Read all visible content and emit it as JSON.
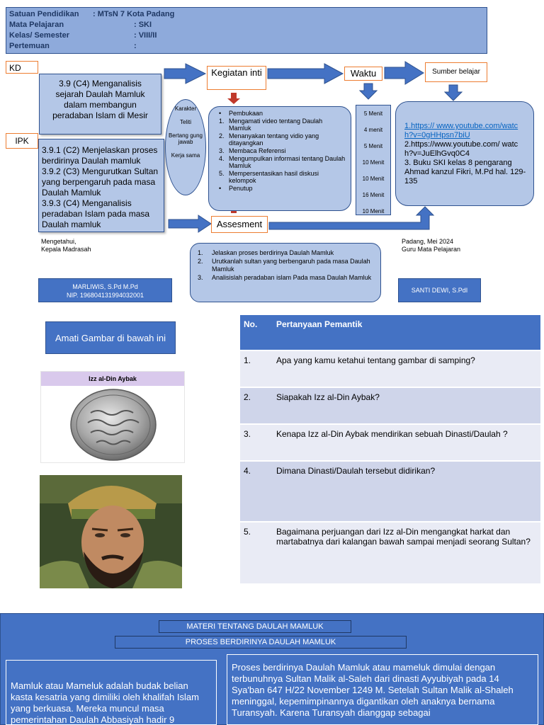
{
  "header": {
    "rows": [
      {
        "label": "Satuan  Pendidikan",
        "value": ": MTsN 7 Kota Padang"
      },
      {
        "label": "Mata Pelajaran",
        "value": ": SKI"
      },
      {
        "label": "Kelas/ Semester",
        "value": ": VIII/II"
      },
      {
        "label": "Pertemuan",
        "value": ":"
      }
    ]
  },
  "kd": {
    "label": "KD",
    "text": "3.9 (C4) Menganalisis sejarah Daulah Mamluk dalam membangun peradaban Islam di Mesir"
  },
  "ipk": {
    "label": "IPK",
    "lines": [
      "3.9.1 (C2) Menjelaskan proses berdirinya Daulah mamluk",
      "3.9.2 (C3) Mengurutkan Sultan yang berpengaruh pada masa Daulah Mamluk",
      "3.9.3 (C4) Menganalisis peradaban Islam pada masa Daulah mamluk"
    ]
  },
  "karakter": [
    "Karakter",
    "Teliti",
    "Bertang gung jawab",
    "Kerja sama"
  ],
  "kegiatan": {
    "label": "Kegiatan inti",
    "items": [
      {
        "num": "•",
        "text": "Pembukaan"
      },
      {
        "num": "1.",
        "text": "Mengamati video tentang Daulah Mamluk"
      },
      {
        "num": "2.",
        "text": "Menanyakan  tentang  vidio yang ditayangkan"
      },
      {
        "num": "3.",
        "text": "Membaca Referensi"
      },
      {
        "num": "4.",
        "text": "Mengumpulkan informasi tentang Daulah Mamluk"
      },
      {
        "num": "5.",
        "text": "Mempersentasikan hasil diskusi kelompok"
      },
      {
        "num": "•",
        "text": "Penutup"
      }
    ]
  },
  "waktu": {
    "label": "Waktu",
    "items": [
      "5 Menit",
      "4 menit",
      "5 Menit",
      "10 Menit",
      "10 Menit",
      "16  Menit",
      "10 Menit"
    ]
  },
  "sumber": {
    "label": "Sumber belajar",
    "link1": "1.https:// www.youtube.com/watch?v=0gHHpsn7biU",
    "link2": "2.https://www.youtube.com/ watch?v=JuElhGvq0C4",
    "book": "3. Buku SKI kelas 8 pengarang Ahmad kanzul Fikri, M.Pd hal. 129-135"
  },
  "assesment": {
    "label": "Assesment",
    "items": [
      {
        "num": "1.",
        "text": "Jelaskan proses berdirinya Daulah Mamluk"
      },
      {
        "num": "2.",
        "text": "Urutkanlah sultan yang berbengaruh pada masa Daulah  Mamluk"
      },
      {
        "num": "3.",
        "text": "Analisislah peradaban islam Pada masa Daulah Mamluk"
      }
    ]
  },
  "signatures": {
    "left_line1": "Mengetahui,",
    "left_line2": "Kepala Madrasah",
    "left_name": "MARLIWIS, S.Pd M.Pd",
    "left_nip": "NIP. 196804131994032001",
    "right_line1": "Padang, Mei 2024",
    "right_line2": "Guru Mata Pelajaran",
    "right_name": "SANTI DEWI, S.PdI"
  },
  "amati": "Amati Gambar di bawah ini",
  "coin_caption": "Izz al-Din Aybak",
  "questions": {
    "headers": [
      "No.",
      "Pertanyaan Pemantik"
    ],
    "rows": [
      {
        "no": "1.",
        "text": "Apa yang kamu ketahui tentang gambar di samping?"
      },
      {
        "no": "2.",
        "text": "Siapakah Izz al-Din Aybak?"
      },
      {
        "no": "3.",
        "text": "Kenapa Izz al-Din Aybak mendirikan sebuah Dinasti/Daulah ?"
      },
      {
        "no": "4.",
        "text": "Dimana Dinasti/Daulah tersebut didirikan?"
      },
      {
        "no": "5.",
        "text": "Bagaimana perjuangan dari Izz al-Din mengangkat harkat dan martabatnya dari kalangan bawah sampai menjadi seorang Sultan?"
      }
    ]
  },
  "materi": {
    "title": "MATERI TENTANG DAULAH MAMLUK",
    "subtitle": "PROSES BERDIRINYA DAULAH MAMLUK",
    "left_text": "Mamluk atau Mameluk adalah budak belian kasta kesatria yang dimiliki oleh khalifah Islam yang berkuasa. Mereka muncul masa pemerintahan Daulah Abbasiyah hadir 9",
    "right_text": "Proses berdirinya Daulah Mamluk atau mameluk dimulai dengan terbunuhnya Sultan Malik al-Saleh dari dinasti Ayyubiyah pada 14 Sya'ban 647 H/22 November 1249 M. Setelah Sultan Malik al-Shaleh meninggal, kepemimpinannya digantikan oleh anaknya bernama Turansyah. Karena Turansyah dianggap sebagai"
  },
  "colors": {
    "header_bg": "#8eaadb",
    "box_light": "#b4c7e7",
    "accent_blue": "#4472c4",
    "accent_orange": "#ed7d31"
  }
}
